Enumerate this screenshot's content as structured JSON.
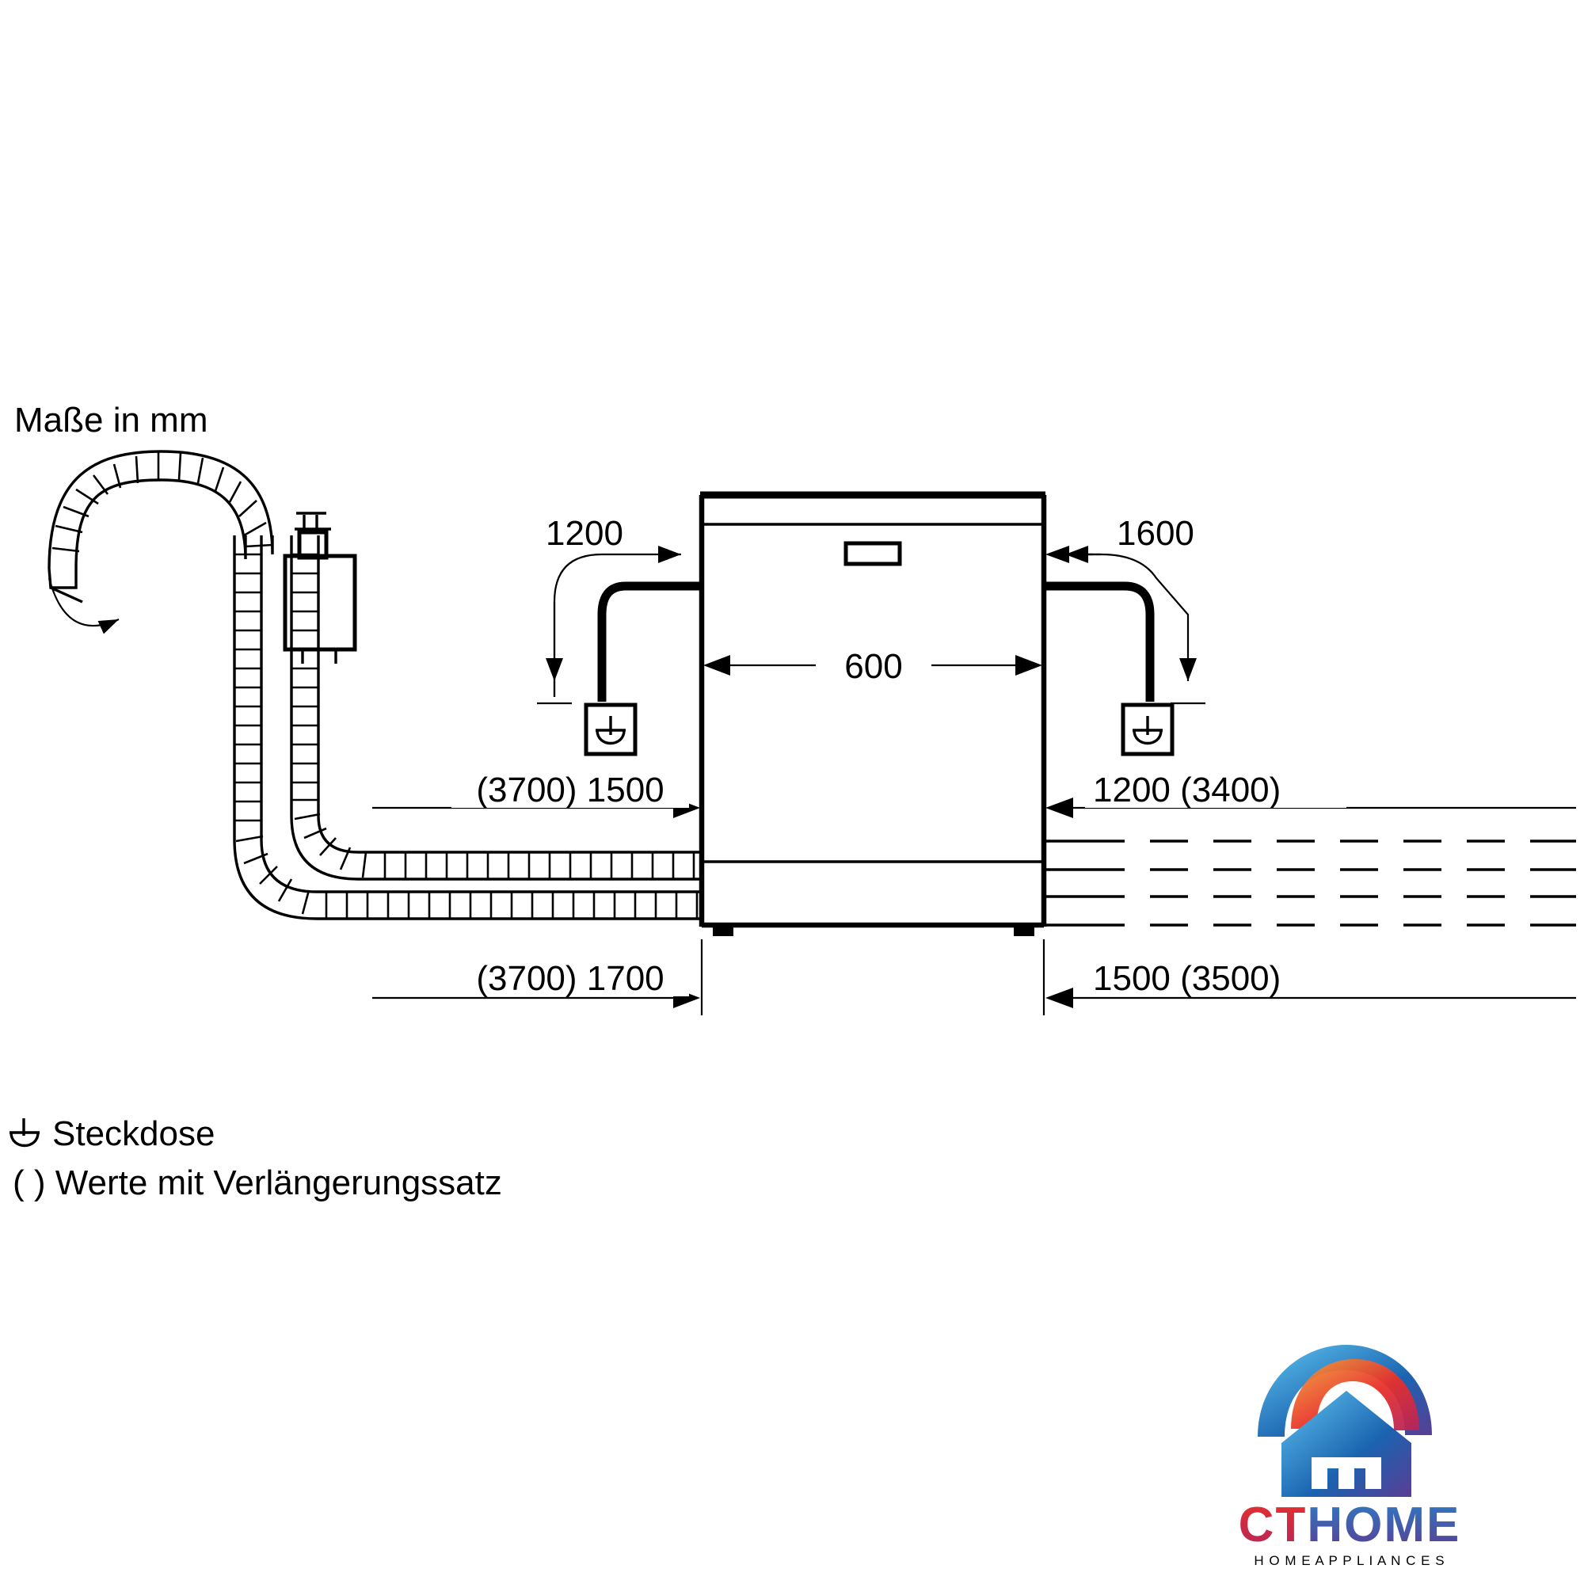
{
  "document": {
    "title": "Maße in mm",
    "type": "installation-dimension-diagram",
    "appliance": "dishwasher"
  },
  "dimensions": {
    "top_left": "1200",
    "top_right": "1600",
    "width_center": "600",
    "mid_left": "(3700) 1500",
    "mid_right": "1200 (3400)",
    "bottom_left": "(3700) 1700",
    "bottom_right": "1500 (3500)"
  },
  "legend": {
    "socket_label": "Steckdose",
    "socket_icon": "power-socket-icon",
    "bracket_label": "( ) Werte mit Verlängerungssatz"
  },
  "watermark": {
    "brand": "CTHOME",
    "brand_part_1": "CT",
    "brand_part_2": "HOME",
    "tagline": "H O M E   A P P L I A N C E S",
    "colors": {
      "red": "#E8302A",
      "blue": "#1B63B0",
      "light_blue": "#3FA9E0",
      "orange": "#F08A1E",
      "purple": "#6B4C9A"
    }
  },
  "colors": {
    "line": "#000000",
    "background": "#ffffff"
  }
}
